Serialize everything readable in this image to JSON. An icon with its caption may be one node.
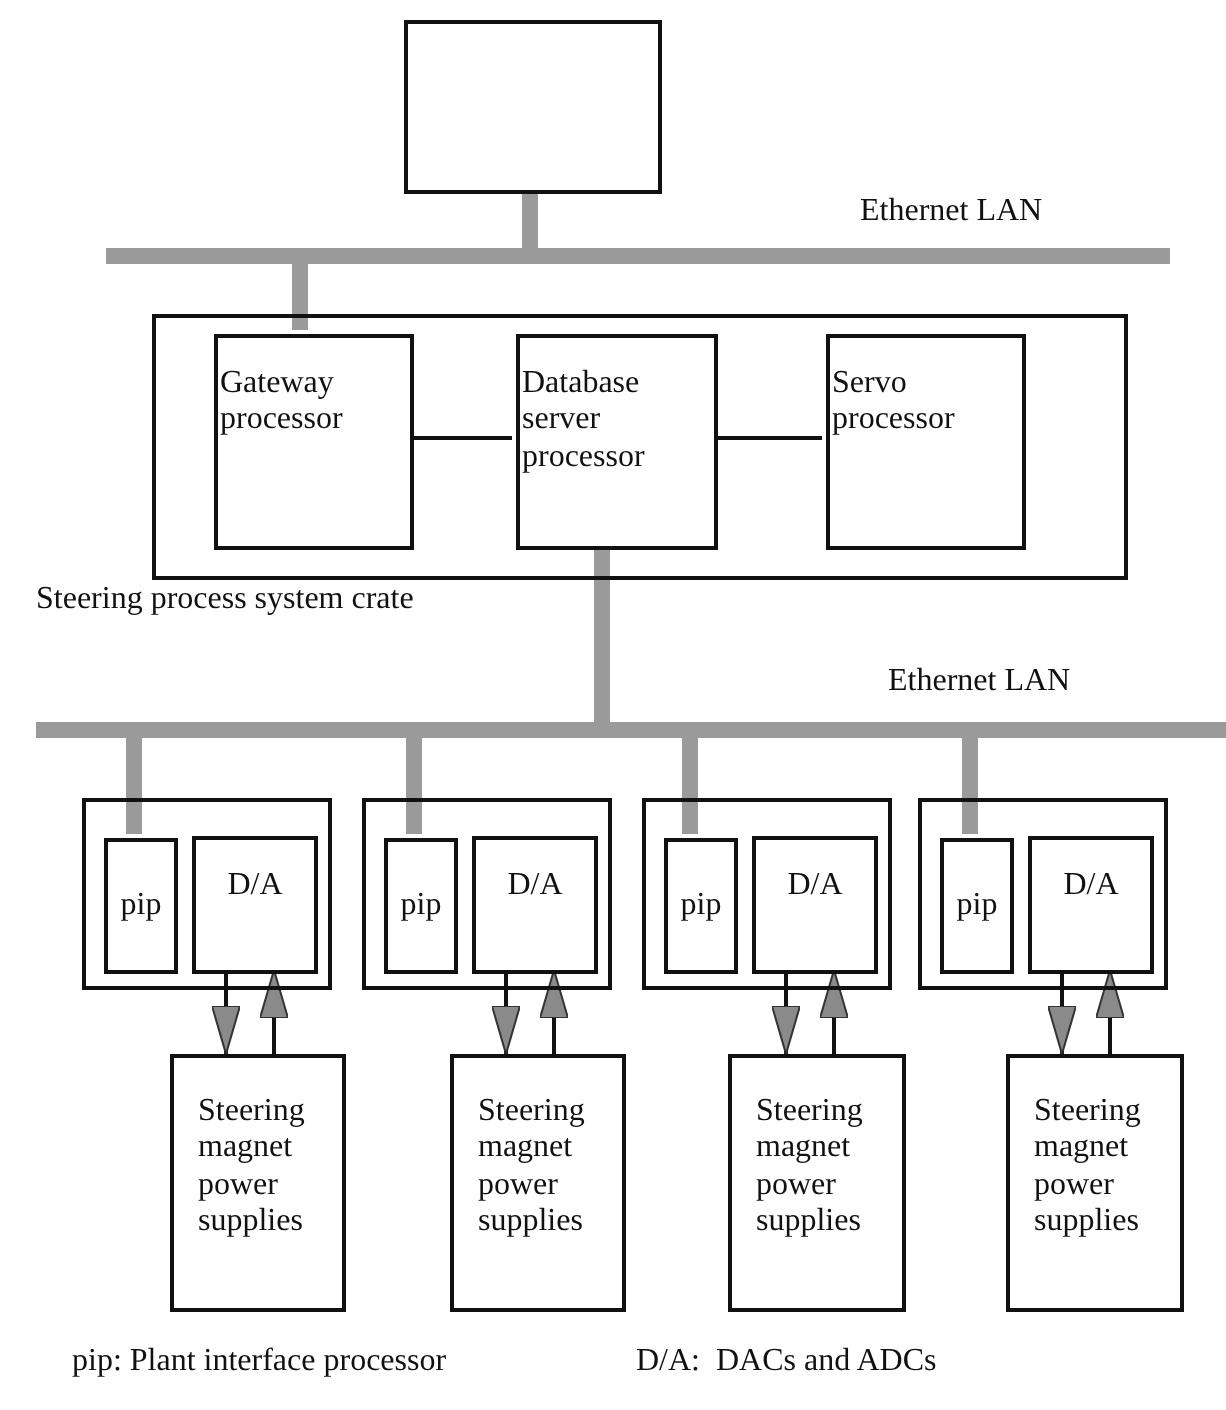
{
  "diagram": {
    "nodes": [
      {
        "text": [],
        "shape": "box"
      },
      {
        "text": [],
        "shape": "bar",
        "beside": [
          "Ethernet LAN"
        ]
      },
      {
        "text": [],
        "shape": "box",
        "beside": [
          "Steering process system crate"
        ]
      },
      {
        "text": [
          "Gateway processor"
        ],
        "in": 2
      },
      {
        "text": [
          "Database server processor"
        ],
        "in": 2
      },
      {
        "text": [
          "Servo processor"
        ],
        "in": 2
      },
      {
        "text": [],
        "shape": "bar",
        "beside": [
          "Ethernet LAN"
        ]
      },
      {
        "text": [],
        "shape": "box"
      },
      {
        "text": [
          "pip"
        ],
        "in": 7
      },
      {
        "text": [
          "D/A"
        ],
        "in": 7
      },
      {
        "text": [],
        "shape": "box"
      },
      {
        "text": [
          "pip"
        ],
        "in": 10
      },
      {
        "text": [
          "D/A"
        ],
        "in": 10
      },
      {
        "text": [],
        "shape": "box"
      },
      {
        "text": [
          "pip"
        ],
        "in": 13
      },
      {
        "text": [
          "D/A"
        ],
        "in": 13
      },
      {
        "text": [],
        "shape": "box"
      },
      {
        "text": [
          "pip"
        ],
        "in": 16
      },
      {
        "text": [
          "D/A"
        ],
        "in": 16
      },
      {
        "text": [
          "Steering magnet power supplies"
        ]
      },
      {
        "text": [
          "Steering magnet power supplies"
        ]
      },
      {
        "text": [
          "Steering magnet power supplies"
        ]
      },
      {
        "text": [
          "Steering magnet power supplies"
        ]
      }
    ],
    "edges": [
      {
        "from": 0,
        "to": 1,
        "arrow": "none",
        "style": "thick",
        "color": "#9a9a9a"
      },
      {
        "from": 1,
        "to": 3,
        "arrow": "none",
        "style": "thick",
        "color": "#9a9a9a"
      },
      {
        "from": 3,
        "to": 4,
        "arrow": "none"
      },
      {
        "from": 4,
        "to": 5,
        "arrow": "none"
      },
      {
        "from": 4,
        "to": 6,
        "arrow": "none",
        "style": "thick",
        "color": "#9a9a9a"
      },
      {
        "from": 6,
        "to": 8,
        "arrow": "none",
        "style": "thick",
        "color": "#9a9a9a"
      },
      {
        "from": 6,
        "to": 11,
        "arrow": "none",
        "style": "thick",
        "color": "#9a9a9a"
      },
      {
        "from": 6,
        "to": 14,
        "arrow": "none",
        "style": "thick",
        "color": "#9a9a9a"
      },
      {
        "from": 6,
        "to": 17,
        "arrow": "none",
        "style": "thick",
        "color": "#9a9a9a"
      },
      {
        "from": 9,
        "to": 19,
        "arrow": "to"
      },
      {
        "from": 19,
        "to": 9,
        "arrow": "to"
      },
      {
        "from": 12,
        "to": 20,
        "arrow": "to"
      },
      {
        "from": 20,
        "to": 12,
        "arrow": "to"
      },
      {
        "from": 15,
        "to": 21,
        "arrow": "to"
      },
      {
        "from": 21,
        "to": 15,
        "arrow": "to"
      },
      {
        "from": 18,
        "to": 22,
        "arrow": "to"
      },
      {
        "from": 22,
        "to": 18,
        "arrow": "to"
      }
    ],
    "labels": [
      "pip: Plant interface processor",
      "D/A:  DACs and ADCs"
    ]
  }
}
